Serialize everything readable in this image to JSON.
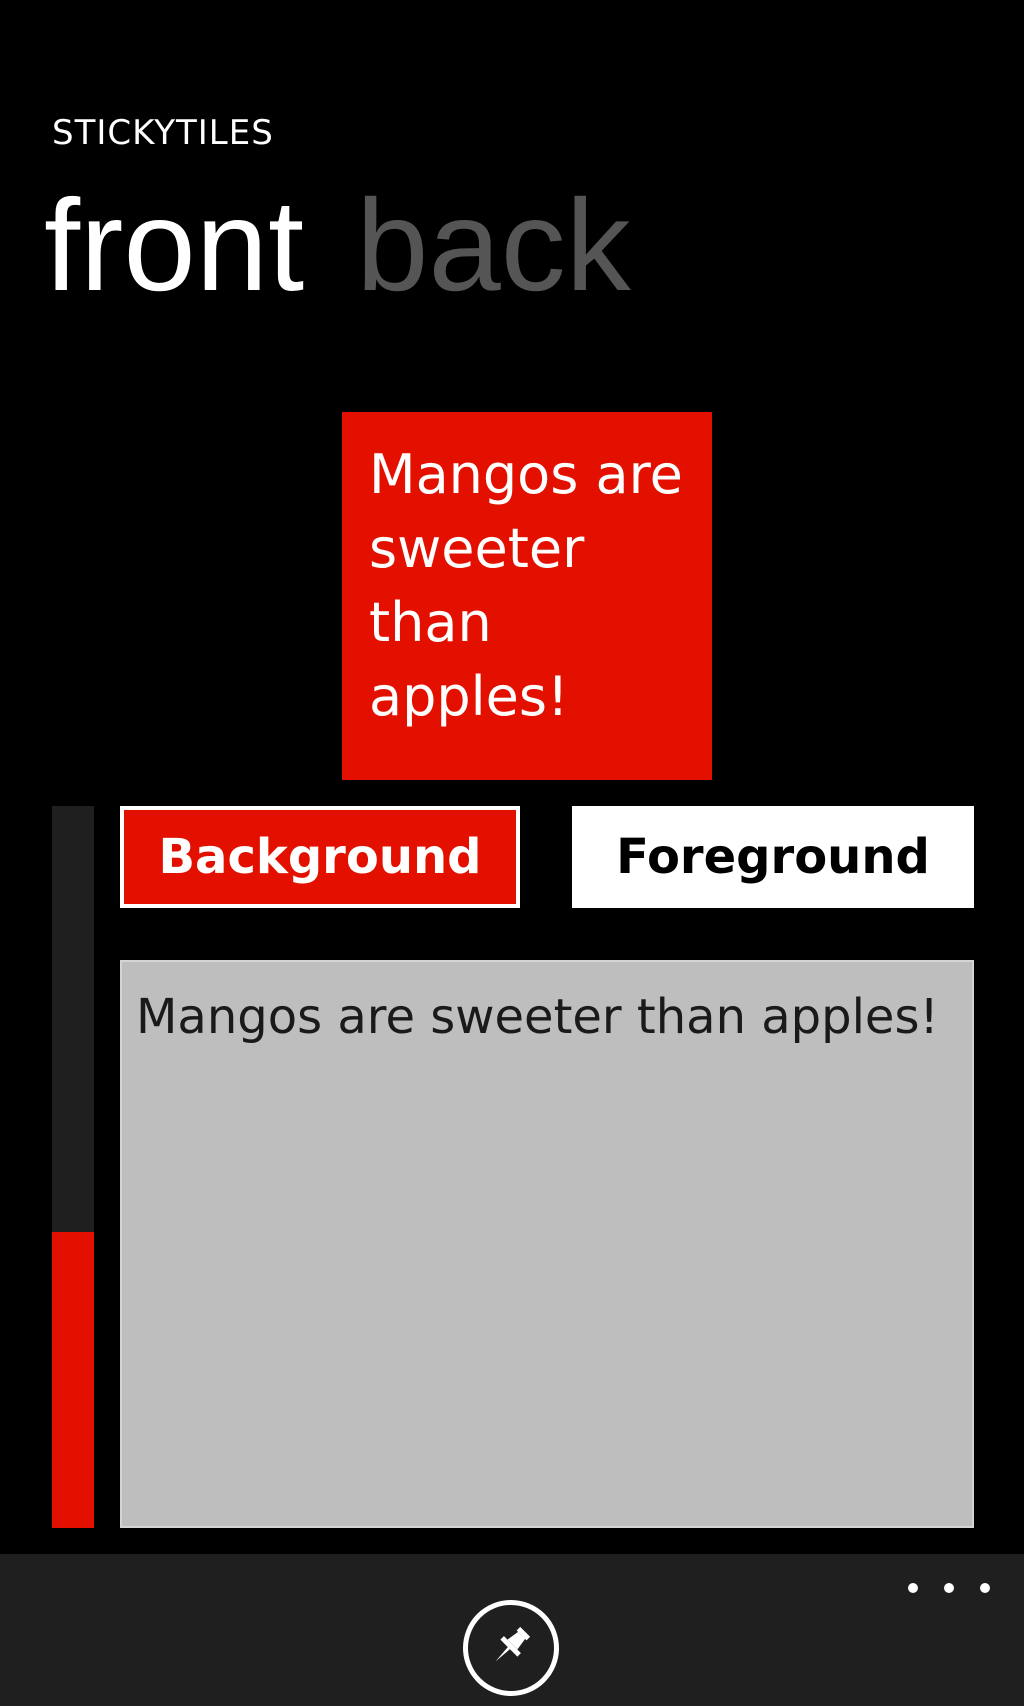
{
  "app": {
    "title": "STICKYTILES"
  },
  "pivot": {
    "tabs": [
      {
        "label": "front",
        "active": true
      },
      {
        "label": "back",
        "active": false
      }
    ]
  },
  "tile": {
    "text": "Mangos are sweeter than apples!",
    "background_color": "#e31000",
    "foreground_color": "#ffffff"
  },
  "color_slider": {
    "value_percent": 41,
    "fill_color": "#e31000",
    "track_color": "#1f1f1f"
  },
  "color_target": {
    "background_label": "Background",
    "foreground_label": "Foreground",
    "selected": "background"
  },
  "text_input": {
    "value": "Mangos are sweeter than apples!"
  },
  "app_bar": {
    "pin_icon": "pin-icon",
    "more_icon": "ellipsis-icon"
  }
}
